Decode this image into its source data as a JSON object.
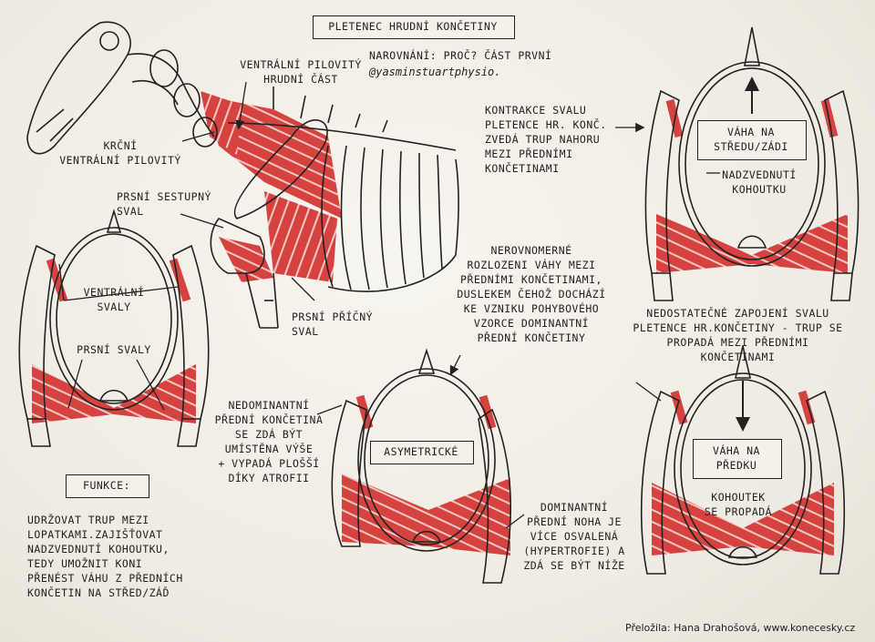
{
  "title": "PLETENEC HRUDNÍ KONČETINY",
  "subtitle": "NAROVNÁNÍ: PROČ? ČÁST PRVNÍ",
  "handle": "@yasminstuartphysio.",
  "labels": {
    "ventral_thoracic": "VENTRÁLNÍ PILOVITÝ\nHRUDNÍ ČÁST",
    "ventral_cervical": "KRČNÍ\nVENTRÁLNÍ PILOVITÝ",
    "pectoral_desc": "PRSNÍ SESTUPNÝ\nSVAL",
    "pectoral_trans": "PRSNÍ PŘÍČNÝ\nSVAL",
    "ventral_muscles": "VENTRÁLNÍ\nSVALY",
    "pectoral_muscles": "PRSNÍ SVALY",
    "contraction": "KONTRAKCE SVALU\nPLETENCE HR. KONČ.\nZVEDÁ TRUP NAHORU\nMEZI PŘEDNÍMI\nKONČETINAMI",
    "weight_back": "VÁHA NA\nSTŘEDU/ZÁDI",
    "withers_raise": "NADZVEDNUTÍ\nKOHOUTKU",
    "uneven": "NEROVNOMERNÉ\nROZLOZENI VÁHY MEZI\nPŘEDNÍMI KONČETINAMI,\nDUSLEKEM ČEHOŽ DOCHÁZÍ\nKE VZNIKU POHYBOVÉHO\nVZORCE DOMINANTNÍ\nPŘEDNÍ KONČETINY",
    "insufficient": "NEDOSTATEČNÉ ZAPOJENÍ SVALU\nPLETENCE HR.KONČETINY - TRUP SE\nPROPADÁ MEZI PŘEDNÍMI\nKONČETINAMI",
    "nondominant": "NEDOMINANTNÍ\nPŘEDNÍ KONČETINA\nSE ZDÁ BÝT\nUMÍSTĚNA VÝŠE\n+ VYPADÁ PLOŠŠÍ\nDÍKY ATROFII",
    "asymmetric": "ASYMETRICKÉ",
    "weight_front": "VÁHA NA\nPŘEDKU",
    "withers_drop": "KOHOUTEK\nSE PROPADÁ",
    "dominant": "DOMINANTNÍ\nPŘEDNÍ NOHA JE\nVÍCE OSVALENÁ\n(HYPERTROFIE) A\nZDÁ SE BÝT NÍŽE",
    "function_title": "FUNKCE:",
    "function_text": "UDRŽOVAT TRUP MEZI\nLOPATKAMI.ZAJIŠŤOVAT\nNADZVEDNUTÍ KOHOUTKU,\nTEDY UMOŽNIT KONI\nPŘENÉST VÁHU Z PŘEDNÍCH\nKONČETIN NA STŘED/ZÁĎ"
  },
  "credit": "Přeložila: Hana Drahošová, www.konecesky.cz",
  "colors": {
    "muscle": "#d6423f",
    "ink": "#222222",
    "paper": "#f2efe8"
  }
}
